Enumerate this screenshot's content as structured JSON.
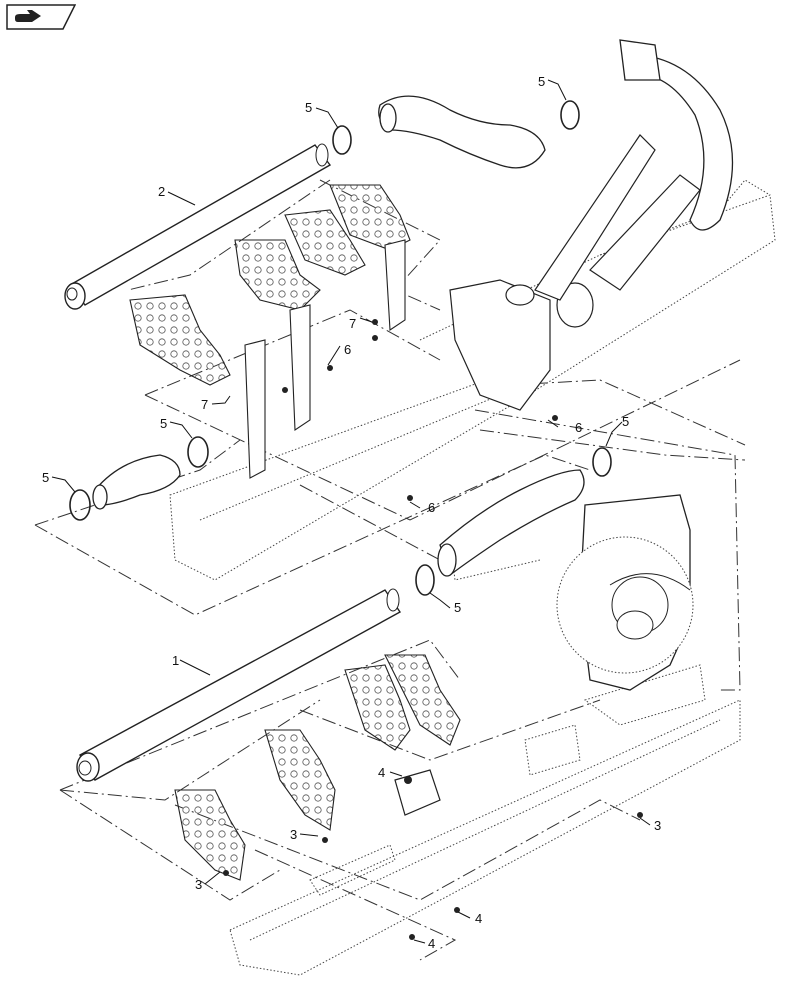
{
  "toolbar": {
    "next_icon": "hand-pointing-right-icon"
  },
  "callouts": [
    {
      "id": "c2",
      "label": "2"
    },
    {
      "id": "c5a",
      "label": "5"
    },
    {
      "id": "c5b",
      "label": "5"
    },
    {
      "id": "c7a",
      "label": "7"
    },
    {
      "id": "c6a",
      "label": "6"
    },
    {
      "id": "c7b",
      "label": "7"
    },
    {
      "id": "c5c",
      "label": "5"
    },
    {
      "id": "c5d",
      "label": "5"
    },
    {
      "id": "c6b",
      "label": "6"
    },
    {
      "id": "c5e",
      "label": "5"
    },
    {
      "id": "c6c",
      "label": "6"
    },
    {
      "id": "c5f",
      "label": "5"
    },
    {
      "id": "c1",
      "label": "1"
    },
    {
      "id": "c4a",
      "label": "4"
    },
    {
      "id": "c3a",
      "label": "3"
    },
    {
      "id": "c3b",
      "label": "3"
    },
    {
      "id": "c3c",
      "label": "3"
    },
    {
      "id": "c4b",
      "label": "4"
    },
    {
      "id": "c4c",
      "label": "4"
    }
  ]
}
